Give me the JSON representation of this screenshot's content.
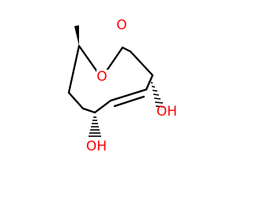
{
  "molecule": {
    "labels": {
      "carbonyl_o": "O",
      "ring_o": "O",
      "oh_right": "OH",
      "oh_left": "OH"
    },
    "colors": {
      "bond": "#000000",
      "oxygen": "#ff0000"
    }
  }
}
